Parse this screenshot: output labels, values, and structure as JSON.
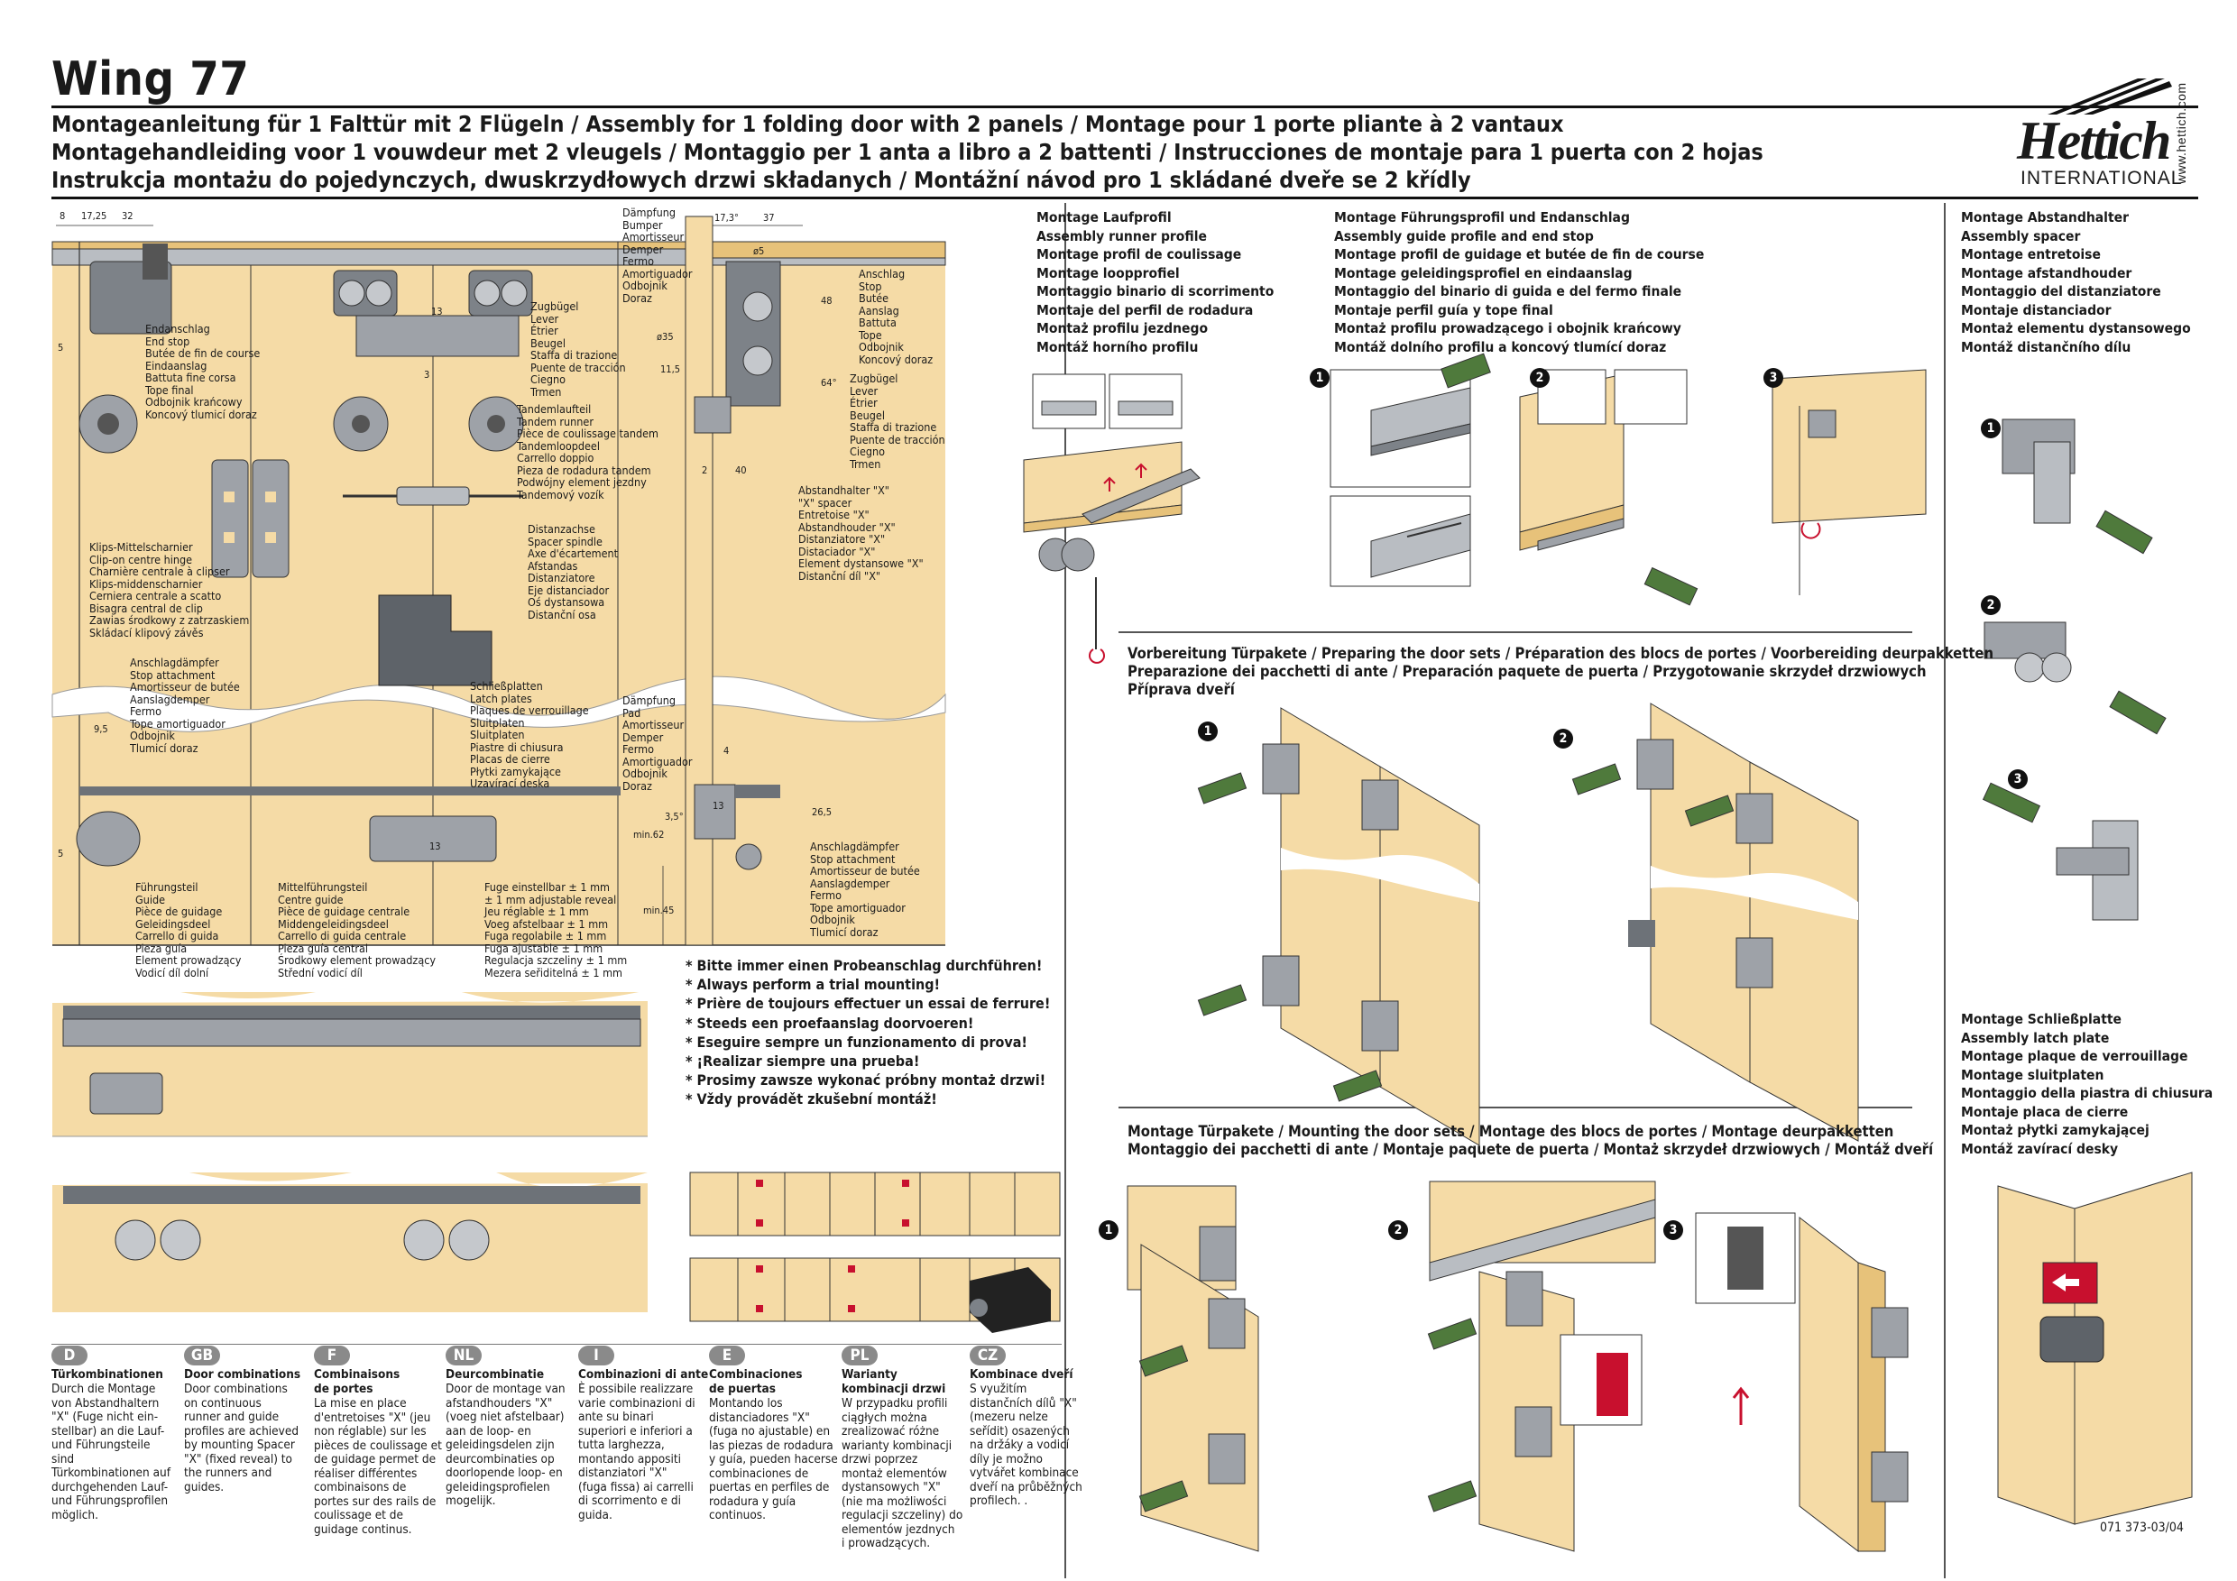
{
  "header": {
    "title": "Wing 77",
    "lines": [
      "Montageanleitung für 1 Falttür mit 2 Flügeln / Assembly for 1 folding door with 2 panels / Montage pour 1 porte pliante à 2 vantaux",
      "Montagehandleiding voor 1 vouwdeur met 2 vleugels / Montaggio per 1 anta a libro a 2 battenti / Instrucciones de montaje para 1 puerta con 2 hojas",
      "Instrukcja montażu do pojedynczych, dwuskrzydłowych drzwi składanych / Montážní návod pro 1 skládané dveře se 2 křídly"
    ],
    "logo": {
      "brand": "Hettich",
      "sub": "INTERNATIONAL",
      "url": "www.hettich.com"
    }
  },
  "sections": {
    "runner": [
      "Montage Laufprofil",
      "Assembly runner profile",
      "Montage profil de coulissage",
      "Montage loopprofiel",
      "Montaggio binario di scorrimento",
      "Montaje del perfil de rodadura",
      "Montaż profilu jezdnego",
      "Montáž horního profilu"
    ],
    "guide": [
      "Montage Führungsprofil und Endanschlag",
      "Assembly guide profile and end stop",
      "Montage profil de guidage et butée de fin de course",
      "Montage geleidingsprofiel en eindaanslag",
      "Montaggio del binario di guida e del fermo finale",
      "Montaje perfil guía y tope final",
      "Montaż profilu prowadzącego i obojnik krańcowy",
      "Montáž dolního profilu a koncový tlumící doraz"
    ],
    "spacer": [
      "Montage Abstandhalter",
      "Assembly spacer",
      "Montage entretoise",
      "Montage afstandhouder",
      "Montaggio del distanziatore",
      "Montaje distanciador",
      "Montaż elementu dystansowego",
      "Montáž distančního dílu"
    ],
    "latch": [
      "Montage Schließplatte",
      "Assembly latch plate",
      "Montage plaque de verrouillage",
      "Montage sluitplaten",
      "Montaggio della piastra di chiusura",
      "Montaje placa de cierre",
      "Montaż płytki zamykającej",
      "Montáž zavírací desky"
    ],
    "prep": [
      "Vorbereitung Türpakete / Preparing the door sets / Préparation des blocs de portes / Voorbereiding deurpakketten",
      "Preparazione dei pacchetti di ante / Preparación paquete de puerta / Przygotowanie skrzydeł drzwiowych",
      "Příprava dveří"
    ],
    "mount": [
      "Montage Türpakete / Mounting the door sets / Montage des blocs de portes / Montage deurpakketten",
      "Montaggio dei pacchetti di ante / Montaje paquete de puerta / Montaż skrzydeł drzwiowych / Montáž dveří"
    ]
  },
  "warnings": [
    "* Bitte immer einen Probeanschlag durchführen!",
    "* Always perform a trial mounting!",
    "* Prière de toujours effectuer un essai de ferrure!",
    "* Steeds een proefaanslag doorvoeren!",
    "* Eseguire sempre un funzionamento di prova!",
    "* ¡Realizar siempre una prueba!",
    "* Prosimy zawsze wykonać próbny montaż drzwi!",
    "* Vždy provádět zkušební montáž!"
  ],
  "labels": {
    "endstop": "Endanschlag\nEnd stop\nButée de fin de course\nEindaanslag\nBattuta fine corsa\nTope final\nOdbojnik krańcowy\nKoncový tlumicí doraz",
    "lever": "Zugbügel\nLever\nÉtrier\nBeugel\nStaffa di trazione\nPuente de tracción\nCiegno\nTrmen",
    "tandem": "Tandemlaufteil\nTandem runner\nPièce de coulissage tandem\nTandemloopdeel\nCarrello doppio\nPieza de rodadura tandem\nPodwójny element jezdny\nTandemový vozík",
    "hinge": "Klips-Mittelscharnier\nClip-on centre hinge\nCharnière centrale à clipser\nKlips-middenscharnier\nCerniera centrale a scatto\nBisagra central de clip\nZawias środkowy z zatrzaskiem\nSkládací klipový závěs",
    "spindle": "Distanzachse\nSpacer spindle\nAxe d'écartement\nAfstandas\nDistanziatore\nEje distanciador\nOś dystansowa\nDistanční osa",
    "stopatt1": "Anschlagdämpfer\nStop attachment\nAmortisseur de butée\nAanslagdemper\nFermo\nTope amortiguador\nOdbojnik\nTlumicí doraz",
    "latchp": "Schließplatten\nLatch plates\nPlaques de verrouillage\nSluitplaten\nSluitplaten\nPiastre di chiusura\nPlacas de cierre\nPłytki zamykające\nUzavírací deska",
    "guide": "Führungsteil\nGuide\nPièce de guidage\nGeleidingsdeel\nCarrello di guida\nPieza guía\nElement prowadzący\nVodicí díl dolní",
    "midguide": "Mittelführungsteil\nCentre guide\nPièce de guidage centrale\nMiddengeleidingsdeel\nCarrello di guida centrale\nPieza guía central\nŚrodkowy element prowadzący\nStřední vodicí díl",
    "reveal": "Fuge einstellbar ± 1 mm\n± 1 mm adjustable reveal\nJeu réglable ± 1 mm\nVoeg afstelbaar ± 1 mm\nFuga regolabile ± 1 mm\nFuga ajustable ± 1 mm\nRegulacja szczeliny ± 1 mm\nMezera seřiditelná ± 1 mm",
    "bumper": "Dämpfung\nBumper\nAmortisseur\nDemper\nFermo\nAmortiguador\nOdbojnik\nDoraz",
    "stop2": "Anschlag\nStop\nButée\nAanslag\nBattuta\nTope\nOdbojnik\nKoncový doraz",
    "lever2": "Zugbügel\nLever\nÉtrier\nBeugel\nStaffa di trazione\nPuente de tracción\nCiegno\nTrmen",
    "spacerx": "Abstandhalter \"X\"\n\"X\" spacer\nEntretoise \"X\"\nAbstandhouder \"X\"\nDistanziatore \"X\"\nDistaciador \"X\"\nElement dystansowe \"X\"\nDistanční díl \"X\"",
    "pad": "Dämpfung\nPad\nAmortisseur\nDemper\nFermo\nAmortiguador\nOdbojnik\nDoraz",
    "stopatt2": "Anschlagdämpfer\nStop attachment\nAmortisseur de butée\nAanslagdemper\nFermo\nTope amortiguador\nOdbojnik\nTlumicí doraz"
  },
  "dims": {
    "d8": "8",
    "d1725": "17,25",
    "d32": "32",
    "d5a": "5",
    "d13": "13",
    "d3": "3",
    "d95": "9,5",
    "d5b": "5",
    "d13b": "13",
    "d173": "17,3°",
    "d37": "37",
    "d5ph": "ø5",
    "d48": "48",
    "d35": "ø35",
    "d115": "11,5",
    "d64": "64°",
    "d2": "2",
    "d40": "40",
    "d4": "4",
    "d13c": "13",
    "d265": "26,5",
    "d35b": "3,5°",
    "dmin62": "min.62",
    "dmin45": "min.45"
  },
  "columns": [
    {
      "code": "D",
      "head": "Türkombinationen",
      "body": "Durch die Montage\nvon Abstandhaltern\n\"X\" (Fuge nicht ein-\nstellbar) an die Lauf-\nund Führungsteile\nsind\nTürkombinationen auf\ndurchgehenden Lauf-\nund Führungsprofilen\nmöglich."
    },
    {
      "code": "GB",
      "head": "Door combinations",
      "body": "Door combinations\non continuous\nrunner and guide\nprofiles are achieved\nby mounting Spacer\n\"X\" (fixed reveal) to\nthe runners and\nguides."
    },
    {
      "code": "F",
      "head": "Combinaisons\nde portes",
      "body": "La mise en place\nd'entretoises \"X\" (jeu\nnon réglable) sur les\npièces de coulissage et\nde guidage permet de\nréaliser différentes\ncombinaisons de\nportes sur des rails de\ncoulissage et de\nguidage continus."
    },
    {
      "code": "NL",
      "head": "Deurcombinatie",
      "body": "Door de montage van\nafstandhouders \"X\"\n(voeg niet afstelbaar)\naan de loop- en\ngeleidingsdelen zijn\ndeurcombinaties op\ndoorlopende loop- en\ngeleidingsprofielen\nmogelijk."
    },
    {
      "code": "I",
      "head": "Combinazioni di ante",
      "body": "È possibile realizzare\nvarie combinazioni di\nante su binari\nsuperiori e inferiori a\ntutta larghezza,\nmontando appositi\ndistanziatori \"X\"\n(fuga fissa) ai carrelli\ndi scorrimento e di\nguida."
    },
    {
      "code": "E",
      "head": "Combinaciones\nde puertas",
      "body": "Montando los\ndistanciadores \"X\"\n(fuga no ajustable) en\nlas piezas de rodadura\ny guía, pueden hacerse\ncombinaciones de\npuertas en perfiles de\nrodadura y guía\ncontinuos."
    },
    {
      "code": "PL",
      "head": "Warianty\nkombinacji drzwi",
      "body": "W przypadku profili\nciągłych można\nzrealizować różne\nwarianty kombinacji\ndrzwi poprzez\nmontaż elementów\ndystansowych \"X\"\n(nie ma możliwości\nregulacji szczeliny) do\nelementów jezdnych\ni prowadzących."
    },
    {
      "code": "CZ",
      "head": "Kombinace dveří",
      "body": "S využitím\ndistančních dílů \"X\"\n(mezeru nelze\nseřídit) osazených\nna držáky a vodicí\ndíly je možno\nvytvářet kombinace\ndveří na průběžných\nprofilech. ."
    }
  ],
  "steps": [
    "1",
    "2",
    "3"
  ],
  "docnum": "071 373-03/04",
  "colors": {
    "wood": "#f5dba6",
    "metal": "#9ea2a8",
    "accent": "#c8102e",
    "tool_green": "#4f7a3c"
  }
}
